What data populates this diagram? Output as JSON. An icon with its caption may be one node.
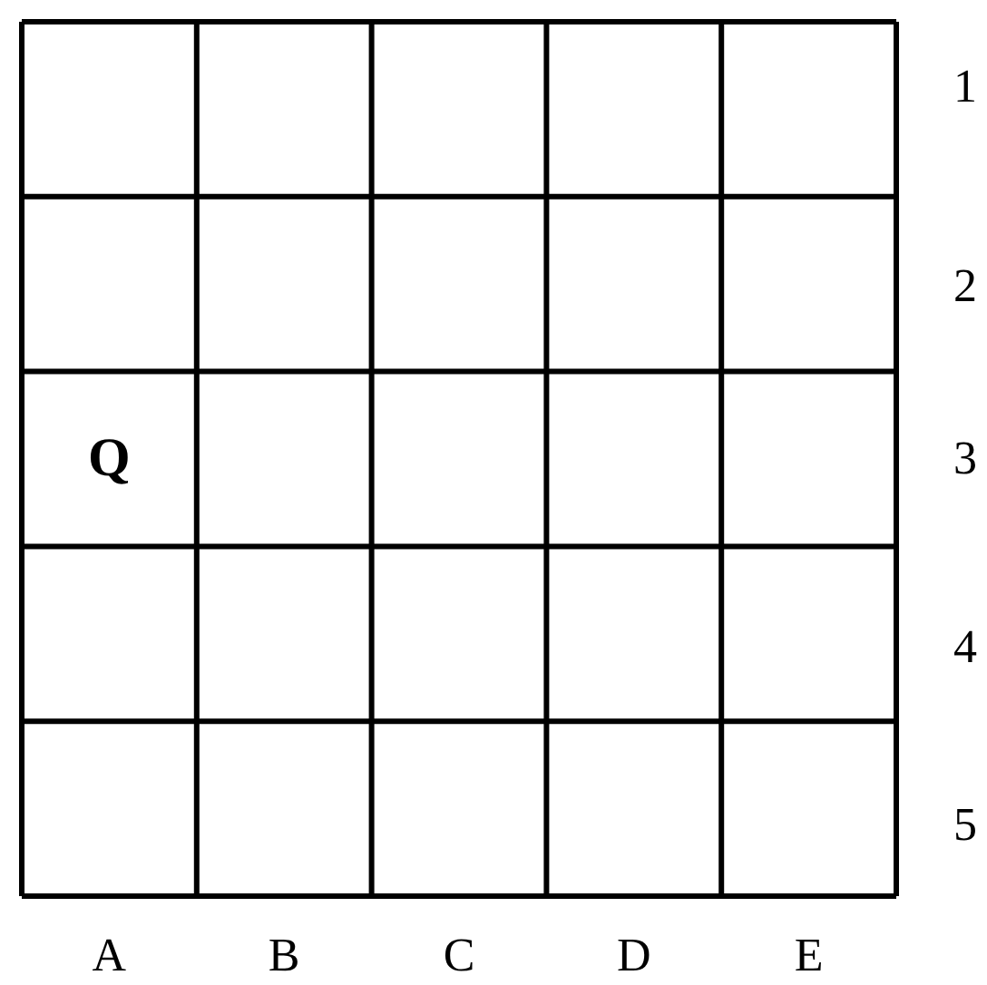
{
  "diagram": {
    "labels": [
      "1",
      "2",
      "Q",
      "3",
      "4",
      "5",
      "A",
      "B",
      "C",
      "D",
      "E"
    ]
  }
}
